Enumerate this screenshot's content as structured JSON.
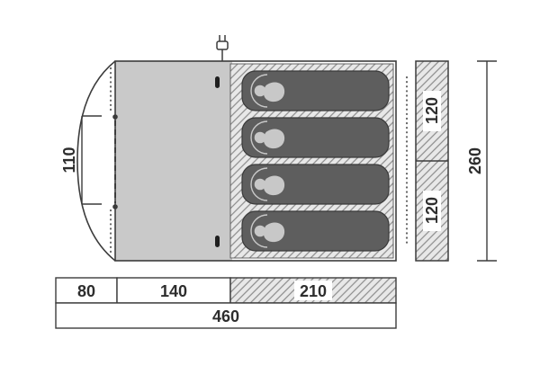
{
  "diagram": {
    "labels": {
      "door_height": "110",
      "inner_top": "120",
      "inner_bottom": "120",
      "total_depth": "260",
      "porch_width": "80",
      "living_width": "140",
      "sleeping_width": "210",
      "total_width": "460"
    },
    "colors": {
      "outline": "#3c3c3c",
      "living_fill": "#c9c9c9",
      "hatch_bg": "#e8e8e8",
      "hatch_line": "#8b8b8b",
      "sleeping_bag": "#5e5e5e",
      "figure": "#c8c8c8"
    }
  }
}
